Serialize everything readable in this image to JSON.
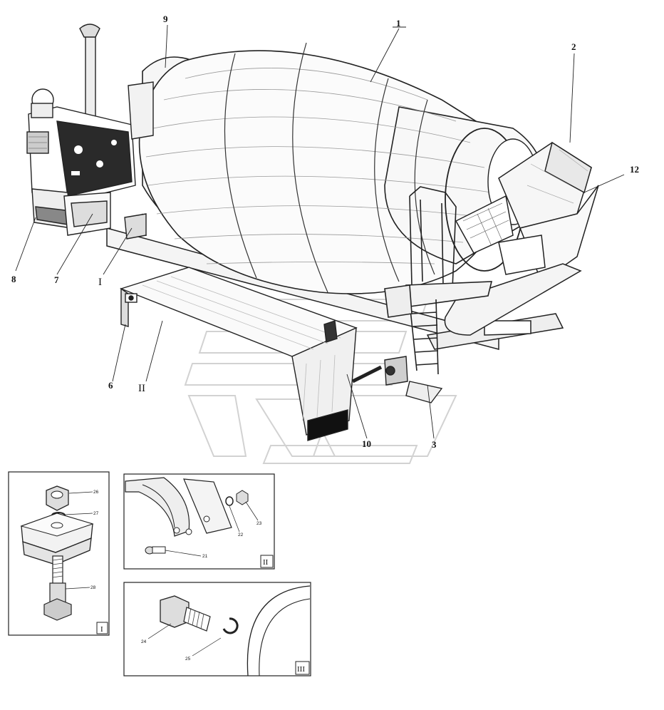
{
  "main_callouts": {
    "c1": "1",
    "c2": "2",
    "c3": "3",
    "c6": "6",
    "c7": "7",
    "c8": "8",
    "c9": "9",
    "c10": "10",
    "c12": "12"
  },
  "view_markers": {
    "I": "I",
    "II": "II"
  },
  "detail_I": {
    "view_label": "I",
    "parts": {
      "p26": "26",
      "p27": "27",
      "p28": "28"
    }
  },
  "detail_II": {
    "view_label": "II",
    "parts": {
      "p21": "21",
      "p22": "22",
      "p23": "23"
    }
  },
  "detail_III": {
    "view_label": "III",
    "parts": {
      "p24": "24",
      "p25": "25"
    }
  }
}
